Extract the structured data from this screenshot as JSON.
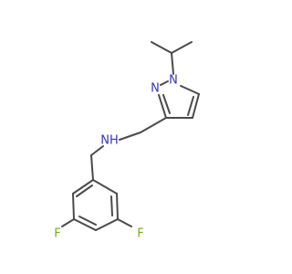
{
  "molecule": {
    "atom_labels": {
      "n_pyrazole_1": "N",
      "n_pyrazole_2": "N",
      "nh": "NH",
      "f_left": "F",
      "f_right": "F"
    },
    "colors": {
      "bond": "#4a4a4a",
      "nitrogen": "#3333cc",
      "fluorine": "#77aa22",
      "background": "#ffffff"
    }
  }
}
